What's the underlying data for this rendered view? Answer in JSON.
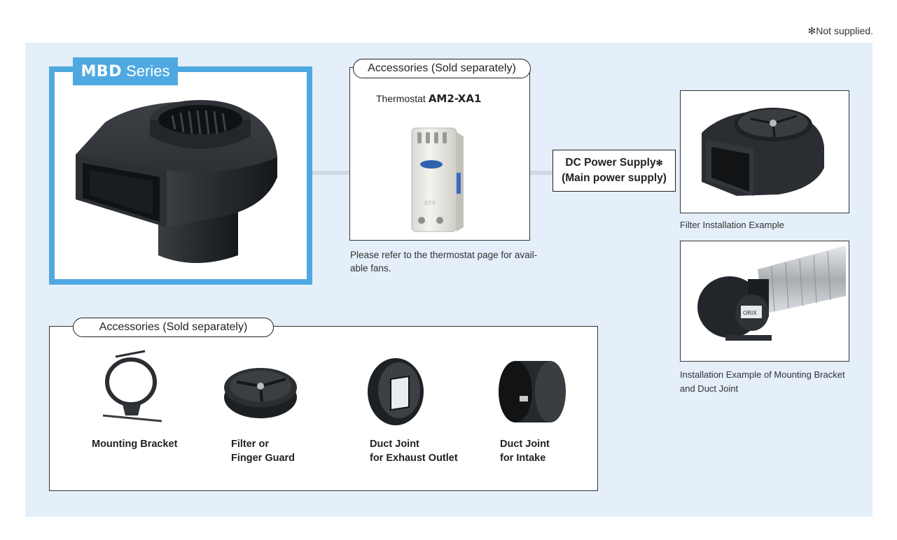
{
  "note": "✻Not supplied.",
  "mbd": {
    "tab_bold": "MBD",
    "tab_rest": "Series"
  },
  "thermostat": {
    "pill": "Accessories (Sold separately)",
    "label": "Thermostat",
    "model": "AM2-XA1",
    "dial_text": "ST-Y",
    "note_line1": "Please refer to the thermostat page for avail-",
    "note_line2": "able fans."
  },
  "dc_power": {
    "line1": "DC Power Supply",
    "star": "✻",
    "line2": "(Main power supply)"
  },
  "examples": {
    "filter_caption": "Filter Installation Example",
    "bracket_caption_line1": "Installation Example of Mounting Bracket",
    "bracket_caption_line2": "and Duct Joint",
    "motor_label": "ORIX"
  },
  "accessories": {
    "pill": "Accessories (Sold separately)",
    "items": [
      {
        "line1": "Mounting Bracket",
        "line2": ""
      },
      {
        "line1": "Filter or",
        "line2": "Finger Guard"
      },
      {
        "line1": "Duct Joint",
        "line2": "for Exhaust Outlet"
      },
      {
        "line1": "Duct Joint",
        "line2": "for Intake"
      }
    ]
  },
  "colors": {
    "accent": "#4fa9e0",
    "panel": "#e4eff9",
    "product": "#1f2226",
    "connector": "#cfd9e3"
  }
}
